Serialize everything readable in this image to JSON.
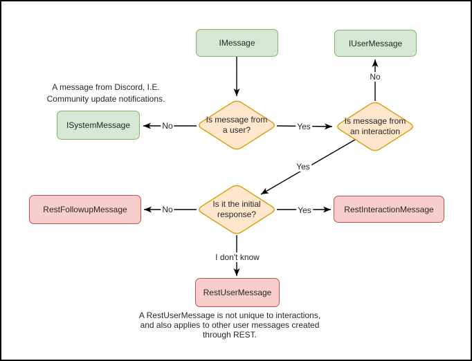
{
  "diagram": {
    "kind": "flowchart",
    "colors": {
      "interface_fill": "#d5e8d4",
      "interface_stroke": "#82b366",
      "decision_fill": "#ffe6cc",
      "decision_stroke": "#d79b00",
      "rest_fill": "#f8cecc",
      "rest_stroke": "#b85450",
      "edge_stroke": "#000000",
      "background": "#ffffff"
    },
    "nodes": {
      "imessage": {
        "label": "IMessage"
      },
      "iusermessage": {
        "label": "IUserMessage"
      },
      "isystemmessage": {
        "label": "ISystemMessage"
      },
      "restfollowupmessage": {
        "label": "RestFollowupMessage"
      },
      "restinteractionmessage": {
        "label": "RestInteractionMessage"
      },
      "restusermessage": {
        "label": "RestUserMessage"
      }
    },
    "decisions": {
      "from_user": {
        "lines": [
          "Is message from",
          "a user?"
        ]
      },
      "from_interaction": {
        "lines": [
          "Is message from",
          "an interaction"
        ]
      },
      "initial_response": {
        "lines": [
          "Is it the initial",
          "response?"
        ]
      }
    },
    "edge_labels": {
      "user_no": "No",
      "user_yes": "Yes",
      "interaction_no": "No",
      "interaction_yes": "Yes",
      "initial_no": "No",
      "initial_yes": "Yes",
      "initial_unknown": "I don't know"
    },
    "notes": {
      "system_note": {
        "lines": [
          "A message from Discord, I.E.",
          "Community update notifications."
        ]
      },
      "restuser_note": {
        "lines": [
          "A RestUserMessage is not unique to interactions,",
          "and also applies to other user messages created",
          "through REST."
        ]
      }
    }
  }
}
